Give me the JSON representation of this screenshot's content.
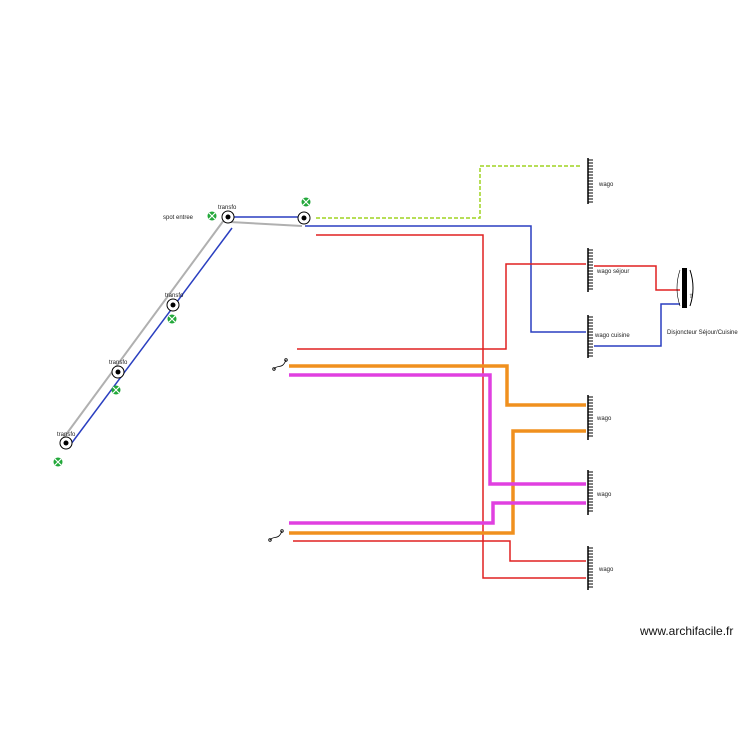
{
  "labels": {
    "transfo": "transfo",
    "spot_entree": "spot entree",
    "wago": "wago",
    "wago_sejour": "wago séjour",
    "wago_cuisine": "wago cuisine",
    "disjoncteur": "Disjoncteur Séjour/Cuisine",
    "disjoncteur_symbol": "⇧"
  },
  "watermark": "www.archifacile.fr",
  "colors": {
    "phase": "#e02020",
    "neutral": "#2a3fc0",
    "ground": "#9fd320",
    "cable_gray": "#b0b0b0",
    "orange": "#f0901e",
    "magenta": "#e040e0",
    "lamp_green": "#22a83a"
  }
}
